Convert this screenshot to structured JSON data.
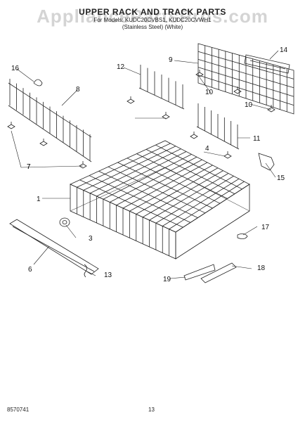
{
  "header": {
    "title": "UPPER RACK AND TRACK PARTS",
    "models": "For Models: KUDC20CVBS1, KUDC20CVWH1",
    "variant": "(Stainless Steel) (White)"
  },
  "watermark": "AppliancePartsPros.com",
  "footer": {
    "doc_number": "8570741",
    "page_number": "13"
  },
  "callouts": [
    "1",
    "3",
    "4",
    "6",
    "7",
    "7",
    "8",
    "9",
    "10",
    "10",
    "11",
    "12",
    "13",
    "14",
    "15",
    "16",
    "17",
    "18",
    "19"
  ]
}
